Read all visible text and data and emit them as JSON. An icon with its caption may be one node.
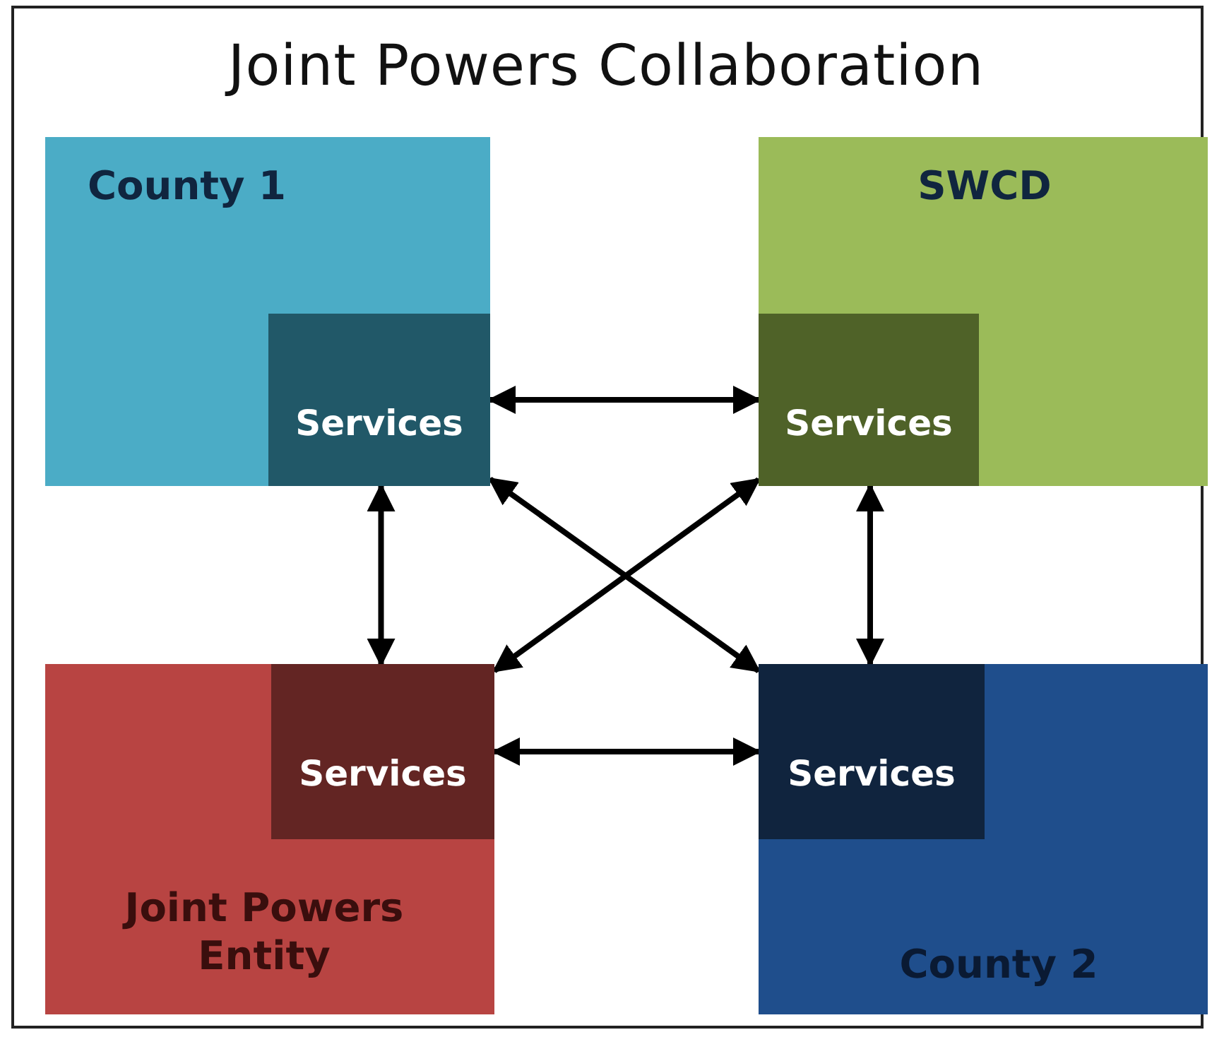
{
  "diagram": {
    "title": "Joint Powers Collaboration",
    "nodes": [
      {
        "text": [
          "County 1"
        ]
      },
      {
        "text": [
          "Services"
        ],
        "in": 0
      },
      {
        "text": [
          "SWCD"
        ]
      },
      {
        "text": [
          "Services"
        ],
        "in": 2
      },
      {
        "text": [
          "Joint Powers Entity"
        ]
      },
      {
        "text": [
          "Services"
        ],
        "in": 4
      },
      {
        "text": [
          "County 2"
        ]
      },
      {
        "text": [
          "Services"
        ],
        "in": 6
      }
    ],
    "edges": [
      {
        "from": 1,
        "to": 3,
        "arrow": "both"
      },
      {
        "from": 1,
        "to": 5,
        "arrow": "both"
      },
      {
        "from": 1,
        "to": 7,
        "arrow": "both"
      },
      {
        "from": 3,
        "to": 5,
        "arrow": "both"
      },
      {
        "from": 3,
        "to": 7,
        "arrow": "both"
      },
      {
        "from": 5,
        "to": 7,
        "arrow": "both"
      }
    ]
  }
}
